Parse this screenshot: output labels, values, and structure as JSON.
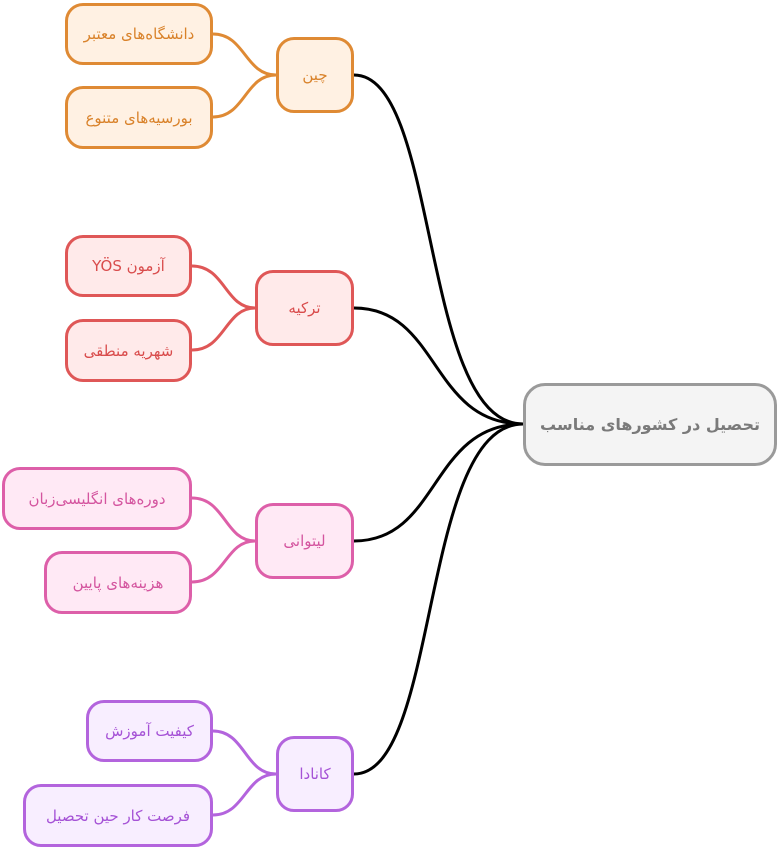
{
  "root": {
    "label": "تحصیل در کشورهای مناسب"
  },
  "branches": [
    {
      "label": "چین",
      "color": "#df8a34",
      "children": [
        "دانشگاه‌های معتبر",
        "بورسیه‌های متنوع"
      ]
    },
    {
      "label": "ترکیه",
      "color": "#df5757",
      "children": [
        "آزمون YÖS",
        "شهریه منطقی"
      ]
    },
    {
      "label": "لیتوانی",
      "color": "#dd5fa9",
      "children": [
        "دوره‌های انگلیسی‌زبان",
        "هزینه‌های پایین"
      ]
    },
    {
      "label": "کانادا",
      "color": "#b364dd",
      "children": [
        "کیفیت آموزش",
        "فرصت کار حین تحصیل"
      ]
    }
  ]
}
